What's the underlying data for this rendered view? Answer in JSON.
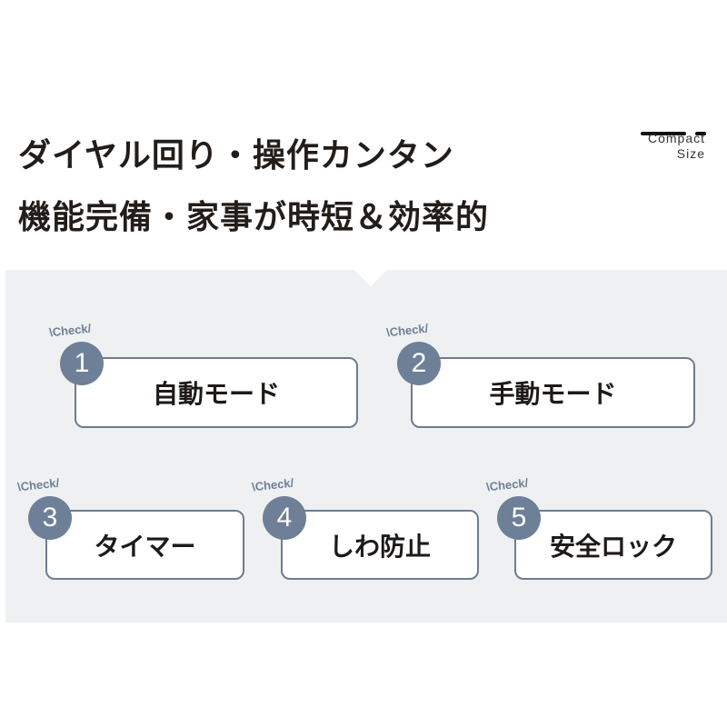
{
  "heading": {
    "line1": "ダイヤル回り・操作カンタン",
    "line2": "機能完備・家事が時短＆効率的"
  },
  "logo": {
    "line1": "Compact",
    "line2": "Size"
  },
  "features": [
    {
      "check": "\\Check/",
      "number": "1",
      "label": "自動モード"
    },
    {
      "check": "\\Check/",
      "number": "2",
      "label": "手動モード"
    },
    {
      "check": "\\Check/",
      "number": "3",
      "label": "タイマー"
    },
    {
      "check": "\\Check/",
      "number": "4",
      "label": "しわ防止"
    },
    {
      "check": "\\Check/",
      "number": "5",
      "label": "安全ロック"
    }
  ]
}
